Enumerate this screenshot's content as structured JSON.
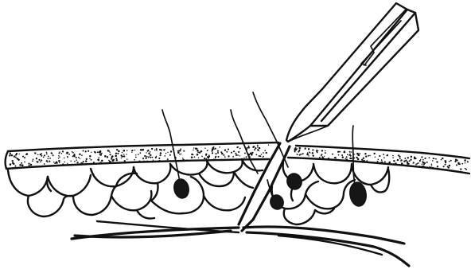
{
  "illustration": {
    "kind": "line drawing",
    "ink_color": "#111111",
    "background_color": "#ffffff",
    "layers": [
      "epidermis-stippled-band",
      "dermis-fat-lobules",
      "deep-fascia-fibers"
    ],
    "features": [
      "scalpel-blade",
      "hair-shafts",
      "hair-follicles",
      "incision"
    ]
  }
}
